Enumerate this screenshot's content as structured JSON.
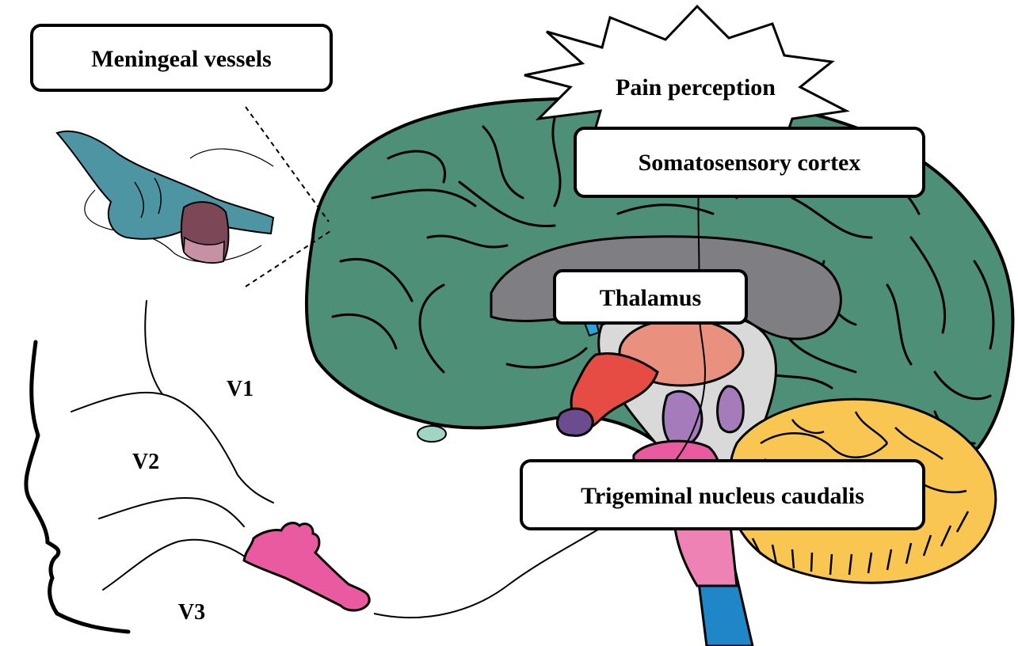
{
  "labels": {
    "meningeal_vessels": "Meningeal vessels",
    "pain_perception": "Pain perception",
    "somatosensory_cortex": "Somatosensory cortex",
    "thalamus": "Thalamus",
    "trigeminal_nucleus_caudalis": "Trigeminal nucleus caudalis",
    "v1": "V1",
    "v2": "V2",
    "v3": "V3"
  },
  "colors": {
    "cortex": "#4e8f77",
    "ventricle": "#7f7f83",
    "thalamus": "#e9907e",
    "hypothalamus_red": "#e64c43",
    "purple_dark": "#6a4c8f",
    "purple_light": "#a57bbb",
    "brainstem_pink": "#ea5aa1",
    "medulla_pink": "#ee82b4",
    "spinal_blue": "#1f86c8",
    "cerebellum": "#f8c651",
    "meningeal_blue": "#4e95a4",
    "meningeal_red": "#7c4858",
    "ganglion_pink": "#ea5aa1"
  }
}
